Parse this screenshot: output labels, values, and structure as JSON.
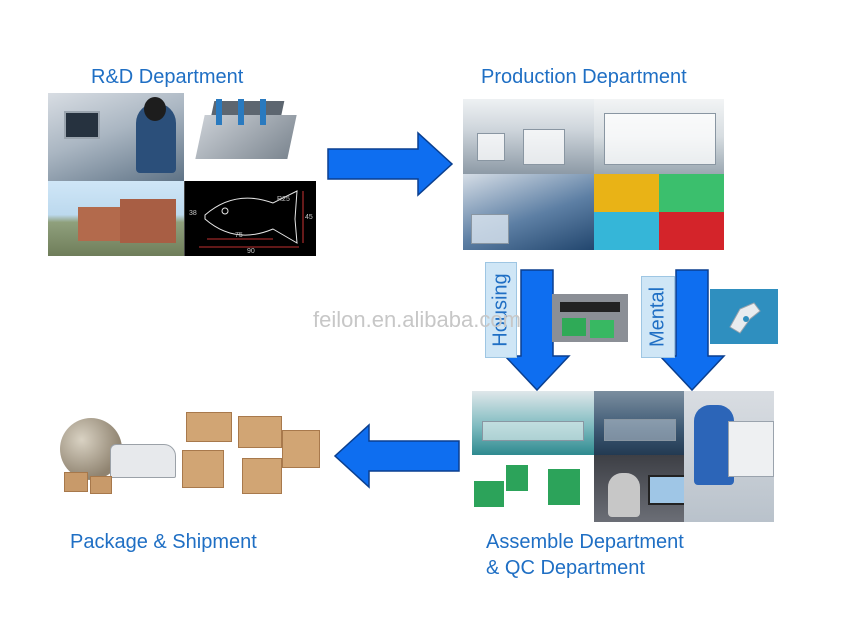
{
  "labels": {
    "rd": "R&D Department",
    "production": "Production Department",
    "housing": "Housing",
    "mental": "Mental",
    "assemble_line1": "Assemble Department",
    "assemble_line2": "& QC Department",
    "package": "Package &  Shipment"
  },
  "cad_dims": {
    "d1": "75",
    "d2": "90",
    "d3": "45",
    "d4": "38",
    "d5": "R25"
  },
  "watermark": "feilon.en.alibaba.com",
  "colors": {
    "title_text": "#1f6fc4",
    "arrow_blue": "#0e6ef0",
    "arrow_stroke": "#0a3f8f",
    "label_box": "#cfe6f6",
    "watermark": "#c7c7c7"
  },
  "flow": [
    "R&D Department",
    "Production Department",
    "Assemble Department & QC Department",
    "Package &  Shipment"
  ]
}
